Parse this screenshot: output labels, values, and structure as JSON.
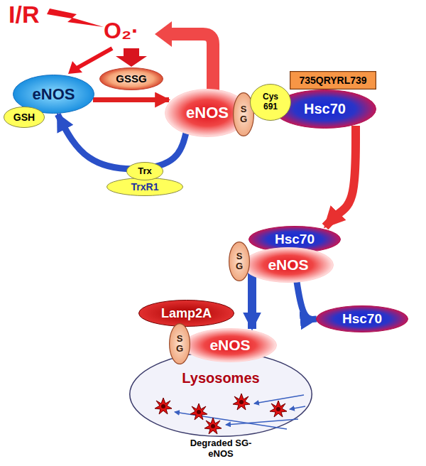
{
  "diagram": {
    "nodes": [
      {
        "text": [
          "eNOS"
        ]
      },
      {
        "text": [
          "GSH"
        ]
      },
      {
        "text": [
          "GSSG"
        ]
      },
      {
        "text": [
          "eNOS"
        ]
      },
      {
        "text": [
          "SG"
        ]
      },
      {
        "text": [
          "Cys 691"
        ]
      },
      {
        "text": [
          "735QRYRL739"
        ]
      },
      {
        "text": [
          "Hsc70"
        ]
      },
      {
        "text": [
          "Trx"
        ]
      },
      {
        "text": [
          "TrxR1"
        ]
      },
      {
        "text": [
          "Hsc70"
        ]
      },
      {
        "text": [
          "SG"
        ]
      },
      {
        "text": [
          "eNOS"
        ]
      },
      {
        "text": [
          "Hsc70"
        ]
      },
      {
        "text": [
          "Lamp2A"
        ]
      },
      {
        "text": [
          "SG"
        ]
      },
      {
        "text": [
          "eNOS"
        ]
      },
      {
        "text": [
          "Lysosomes"
        ]
      }
    ],
    "edges": [
      {
        "from": 0,
        "to": 3,
        "arrow": "to"
      },
      {
        "from": 3,
        "to": 0,
        "arrow": "to"
      },
      {
        "from": 7,
        "to": 10,
        "arrow": "to"
      },
      {
        "from": 12,
        "to": 16,
        "arrow": "to"
      },
      {
        "from": 12,
        "to": 13,
        "arrow": "to"
      }
    ],
    "labels": [
      "I/R",
      "O₂·",
      "Degraded SG-eNOS"
    ]
  }
}
